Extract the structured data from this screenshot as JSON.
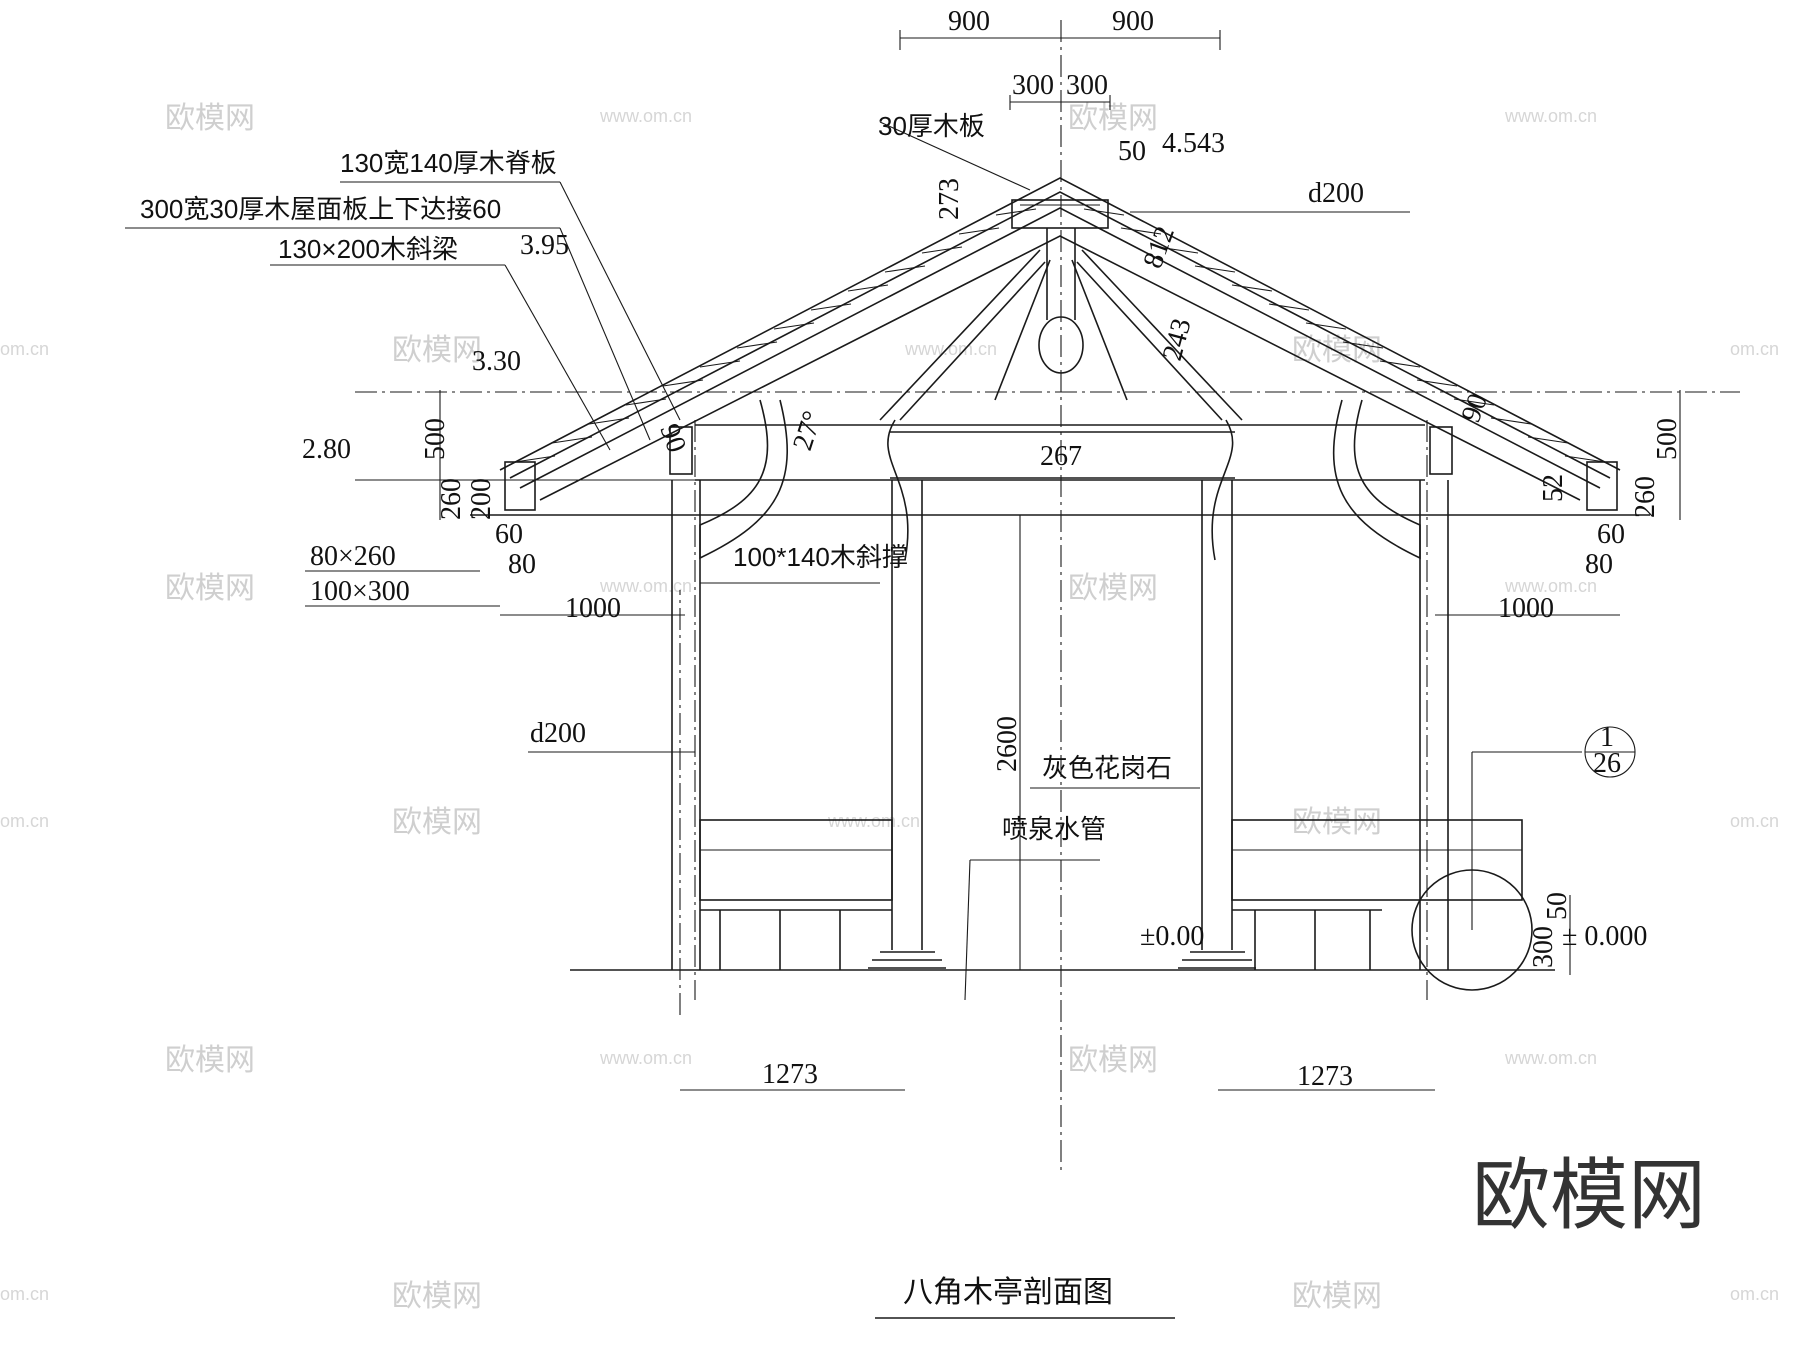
{
  "drawing": {
    "title": "八角木亭剖面图",
    "dimensions": {
      "top_left": "900",
      "top_right": "900",
      "ridge_left": "300",
      "ridge_right": "300",
      "d50": "50",
      "elev_top": "4.543",
      "d273": "273",
      "d812": "812",
      "d243": "243",
      "elev_395": "3.95",
      "elev_330": "3.30",
      "elev_280": "2.80",
      "d500_left": "500",
      "d500_right": "500",
      "d260_left": "260",
      "d200_left": "200",
      "d260_right": "260",
      "d90_left": "90",
      "d90_right": "90",
      "d52": "52",
      "angle": "27°",
      "d267": "267",
      "d60_left": "60",
      "d80_left": "80",
      "d60_right": "60",
      "d80_right": "80",
      "d1000_left": "1000",
      "d1000_right": "1000",
      "d2600": "2600",
      "d50_base": "50",
      "d300_base": "300",
      "elev_zero_left": "±0.00",
      "elev_zero_right": "± 0.000",
      "d1273_left": "1273",
      "d1273_right": "1273"
    },
    "labels": {
      "wood_board": "30厚木板",
      "ridge_board": "130宽140厚木脊板",
      "roof_board": "300宽30厚木屋面板上下达接60",
      "rafter": "130×200木斜梁",
      "beam_80": "80×260",
      "beam_100": "100×300",
      "brace": "100*140木斜撑",
      "col_d200_left": "d200",
      "col_d200_top": "d200",
      "granite": "灰色花岗石",
      "fountain_pipe": "喷泉水管",
      "detail_num": "1",
      "detail_sheet": "26"
    },
    "watermark": {
      "brand": "欧模网",
      "url": "www.om.cn",
      "url_short": "om.cn"
    }
  }
}
